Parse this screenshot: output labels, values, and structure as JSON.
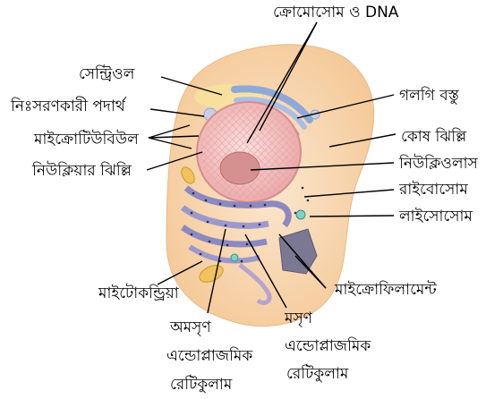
{
  "labels": {
    "chromosome_dna": "ক্রোমোসোম ও DNA",
    "centriole": "সেন্ট্রিওল",
    "secretory": "নিঃসরণকারী পদার্থ",
    "microtubule": "মাইক্রোটিউবিউল",
    "nuclear_membrane": "নিউক্লিয়ার ঝিল্লি",
    "golgi": "গলগি বস্তু",
    "cell_membrane": "কোষ ঝিল্লি",
    "nucleolus": "নিউক্লিওলাস",
    "ribosome": "রাইবোসোম",
    "lysosome": "লাইসোসোম",
    "mitochondria": "মাইটোকন্ড্রিয়া",
    "microfilament": "মাইক্রোফিলামেন্ট",
    "rough_er": [
      "অমসৃণ",
      "এন্ডোপ্লাজমিক",
      "রেটিকুলাম"
    ],
    "smooth_er": [
      "মসৃণ",
      "এন্ডোপ্লাজমিক",
      "রেটিকুলাম"
    ]
  },
  "colors": {
    "cytoplasm": "#f6cfa6",
    "cell_outer": "#f9dcc0",
    "nucleus": "#f3b8b8",
    "nucleus_dark": "#d98c8c",
    "golgi": "#8fa8d8",
    "rough_er": "#8c88c0",
    "mitochondria": "#f2c25c",
    "leader": "#000000"
  }
}
